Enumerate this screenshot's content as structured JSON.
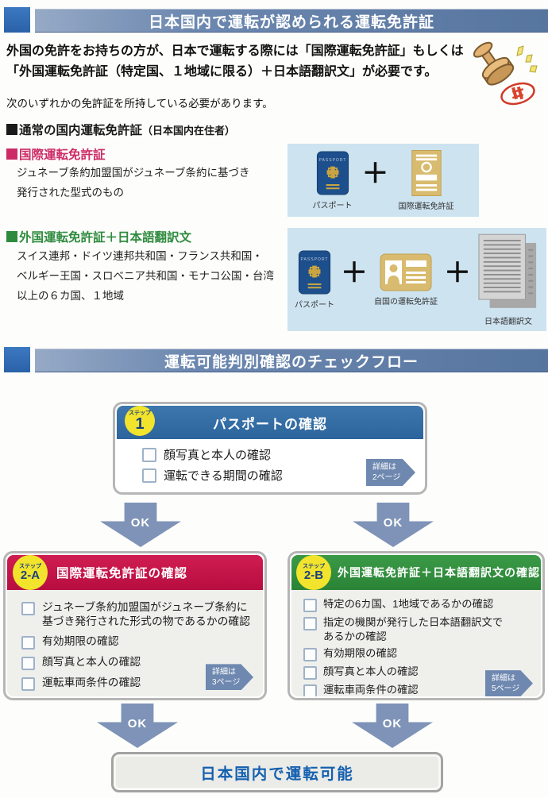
{
  "header1": {
    "title": "日本国内で運転が認められる運転免許証"
  },
  "header2": {
    "title": "運転可能判別確認のチェックフロー"
  },
  "intro": {
    "text": "外国の免許をお持ちの方が、日本で運転する際には「国際運転免許証」もしくは\n「外国運転免許証（特定国、１地域に限る）＋日本語翻訳文」が必要です。",
    "note": "次のいずれかの免許証を所持している必要があります。"
  },
  "sections": {
    "domestic": {
      "label": "通常の国内運転免許証",
      "sublabel": "（日本国内在住者）",
      "bullet_color": "#1a1a1a"
    },
    "international": {
      "label": "国際運転免許証",
      "desc": "ジュネーブ条約加盟国がジュネーブ条約に基づき\n発行された型式のもの",
      "bullet_color": "#cc2b66"
    },
    "foreign": {
      "label": "外国運転免許証＋日本語翻訳文",
      "desc": "スイス連邦・ドイツ連邦共和国・フランス共和国・\nベルギー王国・スロベニア共和国・モナコ公国・台湾\n以上の６カ国、１地域",
      "bullet_color": "#2e8b3e"
    }
  },
  "panels": {
    "passport_text": "PASSPORT",
    "plus": "＋",
    "panel1": {
      "items": [
        {
          "label": "パスポート"
        },
        {
          "label": "国際運転免許証"
        }
      ]
    },
    "panel2": {
      "items": [
        {
          "label": "パスポート"
        },
        {
          "label": "自国の運転免許証"
        },
        {
          "label": "日本語翻訳文"
        }
      ]
    }
  },
  "flow": {
    "ok_label": "OK",
    "step1": {
      "badge_top": "ステップ",
      "badge_num": "1",
      "title": "パスポートの確認",
      "checks": [
        "顔写真と本人の確認",
        "運転できる期間の確認"
      ],
      "page_ref": "詳細は\n2ページ"
    },
    "step2a": {
      "badge_top": "ステップ",
      "badge_num": "2-A",
      "title": "国際運転免許証の確認",
      "checks": [
        "ジュネーブ条約加盟国がジュネーブ条約に\n基づき発行された形式の物であるかの確認",
        "有効期限の確認",
        "顔写真と本人の確認",
        "運転車両条件の確認"
      ],
      "page_ref": "詳細は\n3ページ"
    },
    "step2b": {
      "badge_top": "ステップ",
      "badge_num": "2-B",
      "title": "外国運転免許証＋日本語翻訳文の確認",
      "checks": [
        "特定の6カ国、1地域であるかの確認",
        "指定の機関が発行した日本語翻訳文で\nあるかの確認",
        "有効期限の確認",
        "顔写真と本人の確認",
        "運転車両条件の確認"
      ],
      "page_ref": "詳細は\n5ページ"
    },
    "result": "日本国内で運転可能"
  },
  "colors": {
    "band_square_blue": "#2e6cb4",
    "band_bar_blue": "#5e7cab",
    "step1_header_blue": "#31689f",
    "step2a_header_red": "#c11243",
    "step2b_header_green": "#2f8f3b",
    "badge_yellow": "#f2e42d",
    "panel_light_blue": "#cde3f0",
    "ok_arrow_blue": "#7e93b7",
    "result_text_blue": "#1460af"
  }
}
